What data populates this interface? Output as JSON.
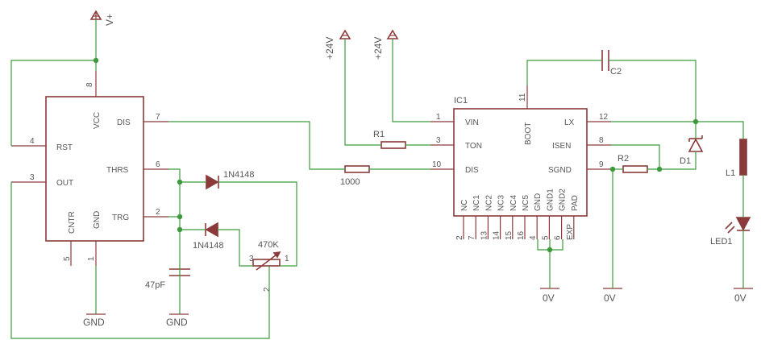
{
  "supplies": {
    "vplus": "V+",
    "v24a": "+24V",
    "v24b": "+24V"
  },
  "grounds": {
    "gnd1": "GND",
    "gnd2": "GND",
    "zero1": "0V",
    "zero2": "0V",
    "zero3": "0V"
  },
  "timer": {
    "pins": {
      "vcc": "VCC",
      "dis": "DIS",
      "rst": "RST",
      "thrs": "THRS",
      "out": "OUT",
      "trg": "TRG",
      "cntr": "CNTR",
      "gnd": "GND"
    },
    "numbers": {
      "p8": "8",
      "p7": "7",
      "p4": "4",
      "p6": "6",
      "p3": "3",
      "p2": "2",
      "p5": "5",
      "p1": "1"
    }
  },
  "ic1": {
    "name": "IC1",
    "pins": {
      "vin": "VIN",
      "ton": "TON",
      "dis": "DIS",
      "boot": "BOOT",
      "lx": "LX",
      "isen": "ISEN",
      "sgnd": "SGND"
    },
    "numbers": {
      "p1": "1",
      "p3": "3",
      "p10": "10",
      "p11": "11",
      "p12": "12",
      "p8": "8",
      "p9": "9"
    },
    "bottom_pins": [
      {
        "name": "NC",
        "num": "2"
      },
      {
        "name": "NC1",
        "num": "7"
      },
      {
        "name": "NC2",
        "num": "13"
      },
      {
        "name": "NC3",
        "num": "14"
      },
      {
        "name": "NC4",
        "num": "15"
      },
      {
        "name": "NC5",
        "num": "16"
      },
      {
        "name": "GND",
        "num": "4"
      },
      {
        "name": "GND1",
        "num": "5"
      },
      {
        "name": "GND2",
        "num": "6"
      },
      {
        "name": "PAD",
        "num": "EXP"
      }
    ]
  },
  "parts": {
    "r1": "R1",
    "r2": "R2",
    "r1000": "1000",
    "c2": "C2",
    "d1": "D1",
    "l1": "L1",
    "led1": "LED1",
    "diode_top": "1N4148",
    "diode_bottom": "1N4148",
    "pot": "470K",
    "pot_p1": "1",
    "pot_p2": "2",
    "pot_p3": "3",
    "cap": "47pF"
  }
}
